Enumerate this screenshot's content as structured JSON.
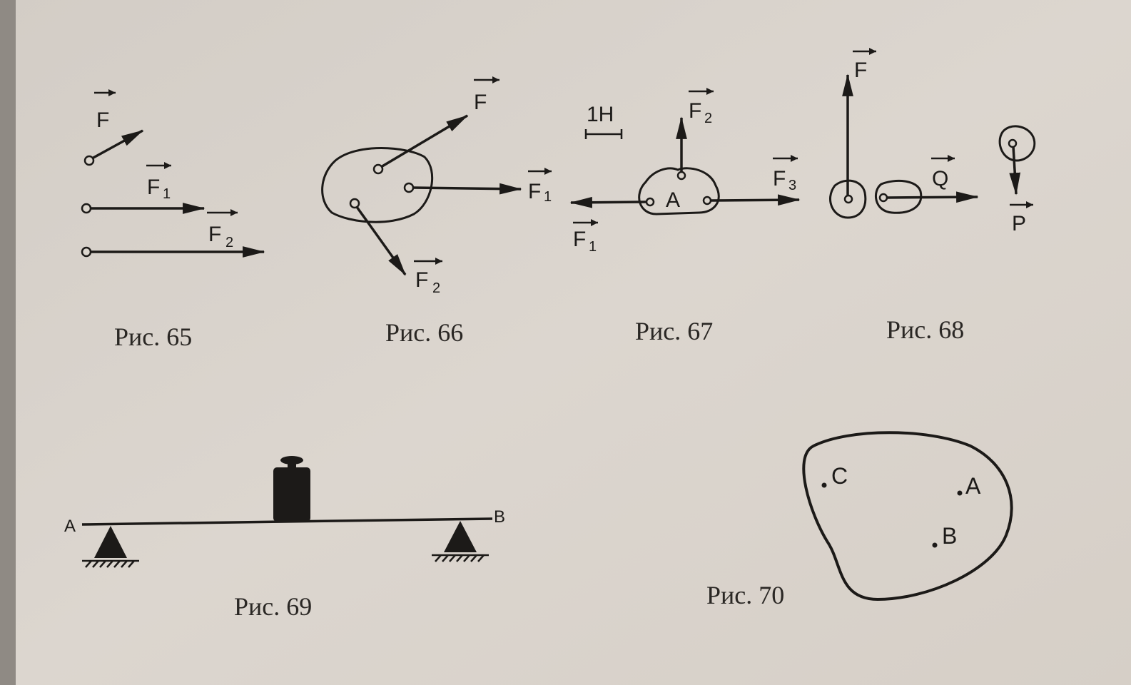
{
  "figures": {
    "fig65": {
      "caption": "Рис. 65",
      "labels": {
        "F": "F",
        "F1": "F",
        "F1_sub": "1",
        "F2": "F",
        "F2_sub": "2"
      }
    },
    "fig66": {
      "caption": "Рис. 66",
      "labels": {
        "F": "F",
        "F1": "F",
        "F1_sub": "1",
        "F2": "F",
        "F2_sub": "2"
      }
    },
    "fig67": {
      "caption": "Рис. 67",
      "scale": "1Н",
      "labels": {
        "A": "A",
        "F1": "F",
        "F1_sub": "1",
        "F2": "F",
        "F2_sub": "2",
        "F3": "F",
        "F3_sub": "3"
      }
    },
    "fig68": {
      "caption": "Рис. 68",
      "labels": {
        "F": "F",
        "Q": "Q",
        "P": "P"
      }
    },
    "fig69": {
      "caption": "Рис. 69",
      "labels": {
        "A": "A",
        "B": "B"
      }
    },
    "fig70": {
      "caption": "Рис. 70",
      "labels": {
        "A": "A",
        "B": "B",
        "C": "C"
      }
    }
  }
}
